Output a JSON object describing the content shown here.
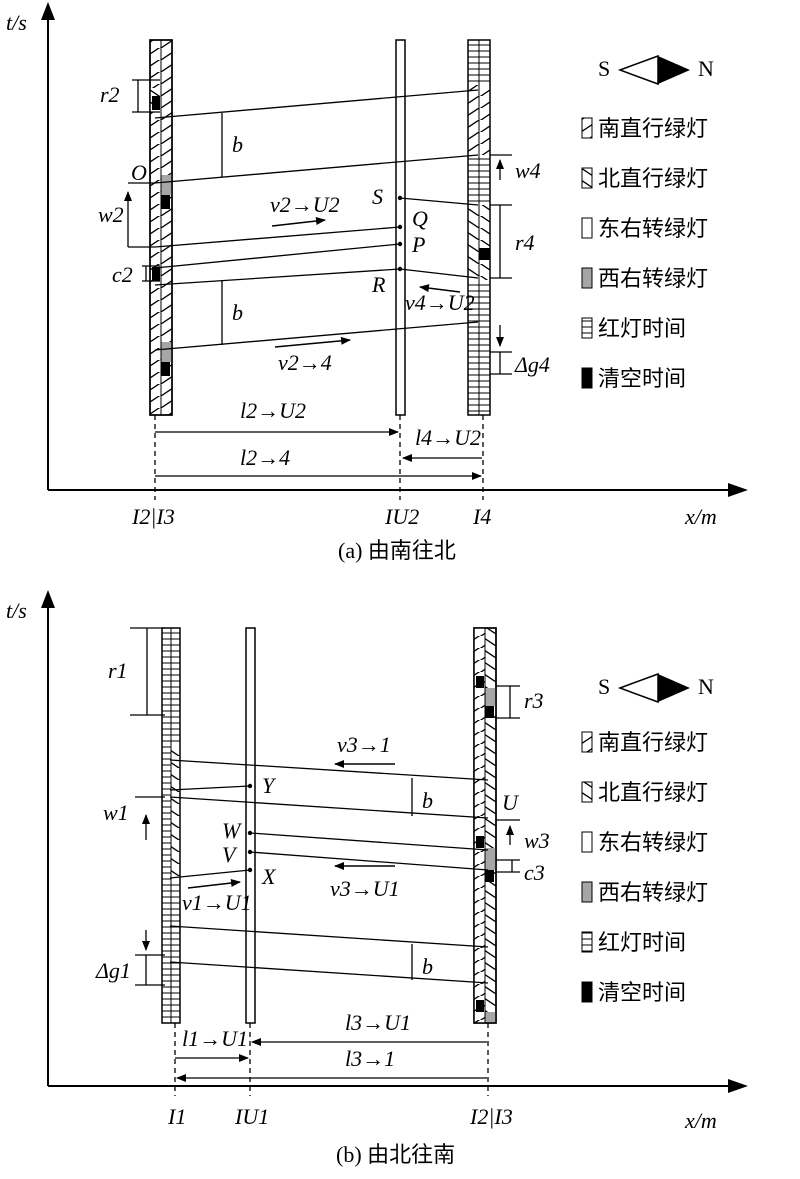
{
  "panel_a": {
    "caption": "(a) 由南往北",
    "t_axis": "t/s",
    "x_axis": "x/m",
    "ticks": [
      "I2|I3",
      "IU2",
      "I4"
    ],
    "points": [
      "O",
      "S",
      "Q",
      "P",
      "R"
    ],
    "params": [
      "r2",
      "w2",
      "c2",
      "b",
      "w4",
      "r4",
      "Δg4"
    ],
    "speeds": [
      "v2→U2",
      "v4→U2",
      "v2→4"
    ],
    "distances": [
      "l2→U2",
      "l4→U2",
      "l2→4"
    ]
  },
  "panel_b": {
    "caption": "(b) 由北往南",
    "t_axis": "t/s",
    "x_axis": "x/m",
    "ticks": [
      "I1",
      "IU1",
      "I2|I3"
    ],
    "points": [
      "Y",
      "W",
      "V",
      "X",
      "U"
    ],
    "params": [
      "r1",
      "w1",
      "Δg1",
      "b",
      "r3",
      "w3",
      "c3"
    ],
    "speeds": [
      "v3→1",
      "v1→U1",
      "v3→U1"
    ],
    "distances": [
      "l1→U1",
      "l3→U1",
      "l3→1"
    ]
  },
  "direction": {
    "left": "S",
    "right": "N"
  },
  "legend": [
    {
      "pattern": "ne",
      "label": "南直行绿灯"
    },
    {
      "pattern": "nw",
      "label": "北直行绿灯"
    },
    {
      "pattern": "blank",
      "label": "东右转绿灯"
    },
    {
      "pattern": "gray",
      "label": "西右转绿灯"
    },
    {
      "pattern": "hstripe",
      "label": "红灯时间"
    },
    {
      "pattern": "black",
      "label": "清空时间"
    }
  ],
  "colors": {
    "gray": "#a6a6a6",
    "black": "#000000",
    "white": "#ffffff"
  }
}
